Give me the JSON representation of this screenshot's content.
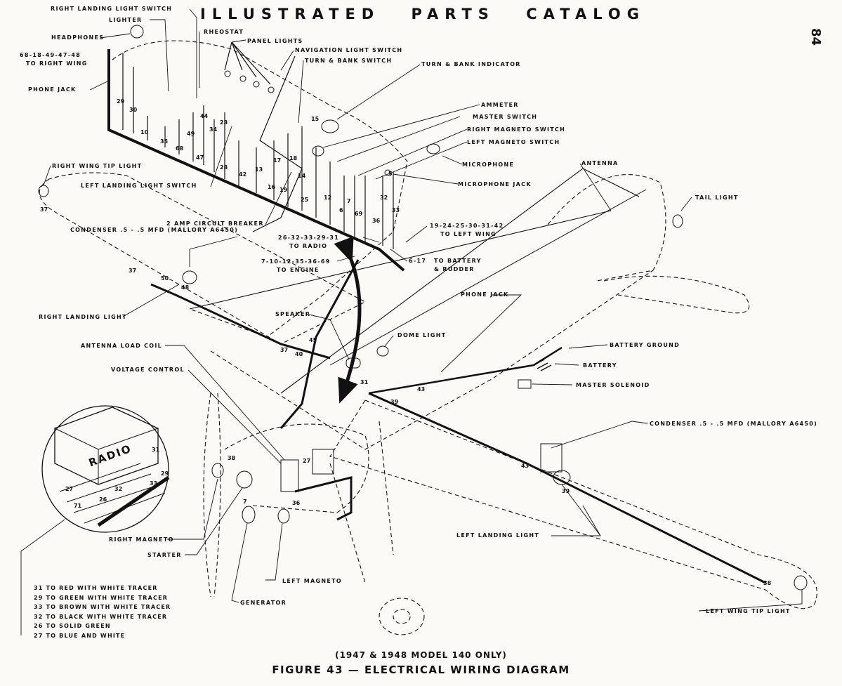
{
  "header": {
    "title": "ILLUSTRATED PARTS CATALOG",
    "page_number": "84"
  },
  "labels": {
    "right_landing_light_switch": "RIGHT LANDING LIGHT SWITCH",
    "lighter": "LIGHTER",
    "rheostat": "RHEOSTAT",
    "panel_lights": "PANEL LIGHTS",
    "headphones": "HEADPHONES",
    "to_right_wing_nums": "68-18-49-47-48",
    "to_right_wing": "TO RIGHT WING",
    "phone_jack_top": "PHONE JACK",
    "navigation_light_switch": "NAVIGATION LIGHT SWITCH",
    "turn_bank_switch": "TURN & BANK SWITCH",
    "turn_bank_indicator": "TURN & BANK INDICATOR",
    "ammeter": "AMMETER",
    "master_switch": "MASTER SWITCH",
    "right_magneto_switch": "RIGHT MAGNETO SWITCH",
    "left_magneto_switch": "LEFT MAGNETO SWITCH",
    "microphone": "MICROPHONE",
    "microphone_jack": "MICROPHONE JACK",
    "antenna": "ANTENNA",
    "tail_light": "TAIL LIGHT",
    "right_wing_tip_light": "RIGHT WING TIP LIGHT",
    "left_landing_light_switch": "LEFT LANDING LIGHT SWITCH",
    "circuit_breaker": "2 AMP CIRCUIT BREAKER",
    "condenser_right": "CONDENSER .5 - .5 MFD (MALLORY A6450)",
    "to_radio_nums": "26-32-33-29-31",
    "to_radio": "TO RADIO",
    "to_engine_nums": "7-10-12-35-36-69",
    "to_engine": "TO ENGINE",
    "to_left_wing_nums": "19-24-25-30-31-42",
    "to_left_wing": "TO LEFT WING",
    "to_battery_nums": "6-17",
    "to_battery": "TO BATTERY",
    "and_rudder": "& RUDDER",
    "right_landing_light": "RIGHT LANDING LIGHT",
    "phone_jack_mid": "PHONE JACK",
    "speaker": "SPEAKER",
    "dome_light": "DOME LIGHT",
    "antenna_load_coil": "ANTENNA LOAD COIL",
    "voltage_control": "VOLTAGE CONTROL",
    "battery_ground": "BATTERY GROUND",
    "battery": "BATTERY",
    "master_solenoid": "MASTER SOLENOID",
    "condenser_left": "CONDENSER .5 - .5 MFD (MALLORY A6450)",
    "radio": "RADIO",
    "right_magneto": "RIGHT MAGNETO",
    "starter": "STARTER",
    "left_magneto": "LEFT MAGNETO",
    "generator": "GENERATOR",
    "left_landing_light": "LEFT LANDING LIGHT",
    "left_wing_tip_light": "LEFT WING TIP LIGHT"
  },
  "wire_numbers": {
    "n30": "30",
    "n29": "29",
    "n10": "10",
    "n35": "35",
    "n68": "68",
    "n49": "49",
    "n47": "47",
    "n44": "44",
    "n34": "34",
    "n23": "23",
    "n28": "28",
    "n42": "42",
    "n13": "13",
    "n17": "17",
    "n18": "18",
    "n16": "16",
    "n19": "19",
    "n14": "14",
    "n25": "25",
    "n12": "12",
    "n6": "6",
    "n7": "7",
    "n69": "69",
    "n36": "36",
    "n32": "32",
    "n33": "33",
    "n15": "15",
    "n5": "5",
    "n37": "37",
    "n50": "50",
    "n48": "48",
    "n31": "31",
    "n45": "45",
    "n40": "40",
    "n43": "43",
    "n39": "39",
    "n27": "27",
    "n26": "26",
    "n71": "71",
    "n38": "38"
  },
  "legend": [
    "31 TO RED WITH WHITE TRACER",
    "29 TO GREEN WITH WHITE TRACER",
    "33 TO BROWN WITH WHITE TRACER",
    "32 TO BLACK WITH WHITE TRACER",
    "26 TO SOLID GREEN",
    "27 TO BLUE AND WHITE"
  ],
  "caption": {
    "models": "(1947 & 1948 MODEL 140 ONLY)",
    "figure": "FIGURE 43 — ELECTRICAL WIRING DIAGRAM"
  }
}
